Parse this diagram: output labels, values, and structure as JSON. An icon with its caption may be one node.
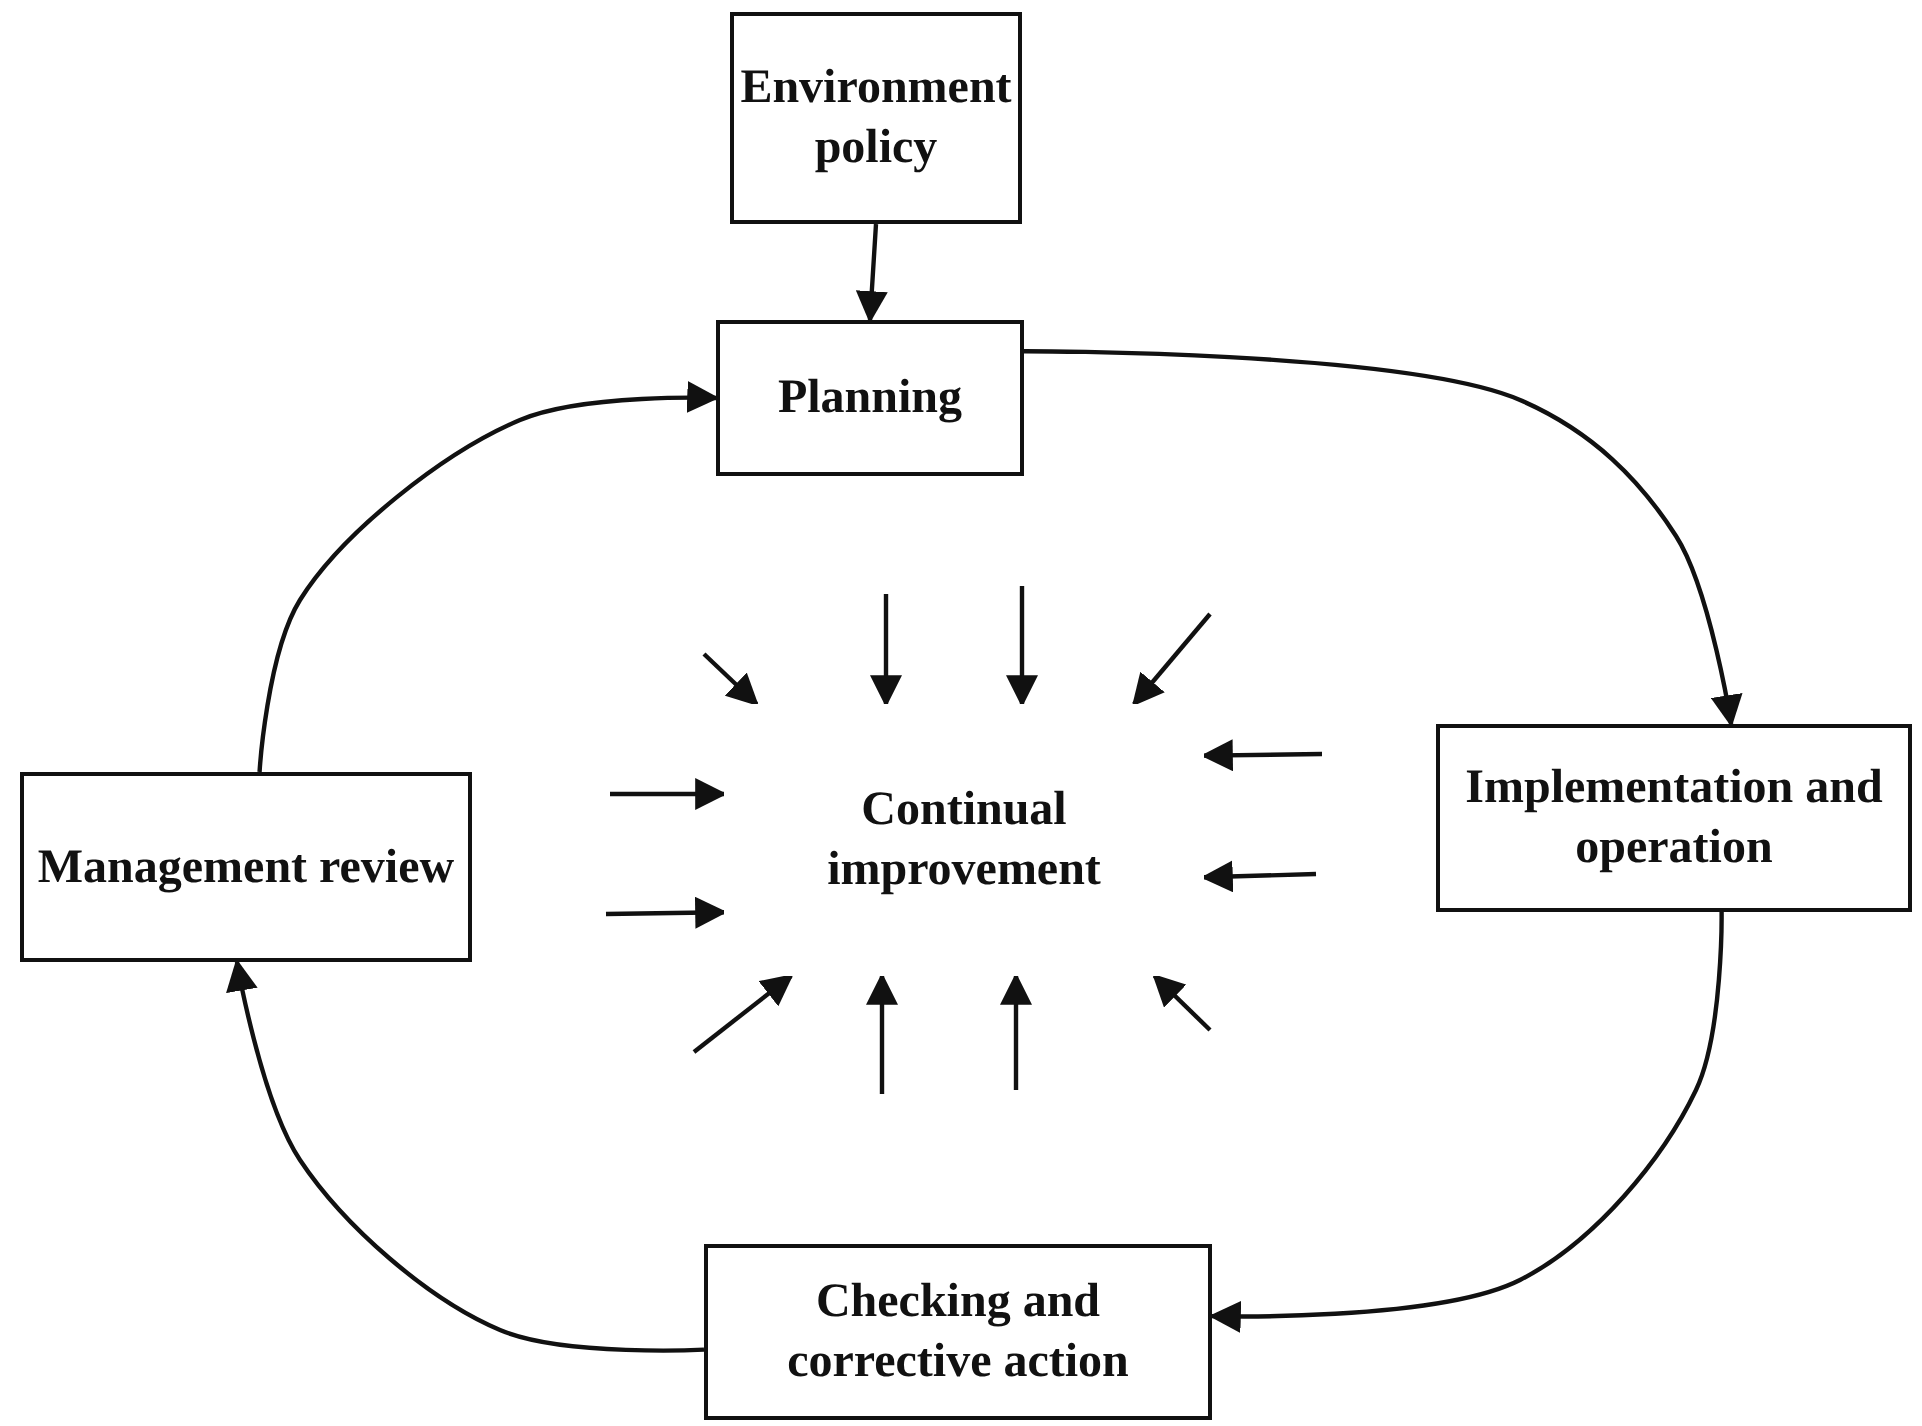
{
  "diagram": {
    "nodes": [
      {
        "text": [
          "Environment policy"
        ]
      },
      {
        "text": [
          "Planning"
        ]
      },
      {
        "text": [
          "Implementation and operation"
        ]
      },
      {
        "text": [
          "Checking and corrective action"
        ]
      },
      {
        "text": [
          "Management review"
        ]
      },
      {
        "text": [
          "Continual improvement"
        ]
      }
    ],
    "edges": [
      {
        "from": 0,
        "to": 1,
        "arrow": "to"
      },
      {
        "from": 1,
        "to": 2,
        "arrow": "to"
      },
      {
        "from": 2,
        "to": 3,
        "arrow": "to"
      },
      {
        "from": 3,
        "to": 4,
        "arrow": "to"
      },
      {
        "from": 4,
        "to": 1,
        "arrow": "to"
      },
      {
        "from": null,
        "to": 5,
        "arrow": "to"
      },
      {
        "from": null,
        "to": 5,
        "arrow": "to"
      },
      {
        "from": null,
        "to": 5,
        "arrow": "to"
      },
      {
        "from": null,
        "to": 5,
        "arrow": "to"
      },
      {
        "from": null,
        "to": 5,
        "arrow": "to"
      },
      {
        "from": null,
        "to": 5,
        "arrow": "to"
      },
      {
        "from": null,
        "to": 5,
        "arrow": "to"
      },
      {
        "from": null,
        "to": 5,
        "arrow": "to"
      },
      {
        "from": null,
        "to": 5,
        "arrow": "to"
      },
      {
        "from": null,
        "to": 5,
        "arrow": "to"
      },
      {
        "from": null,
        "to": 5,
        "arrow": "to"
      },
      {
        "from": null,
        "to": 5,
        "arrow": "to"
      }
    ]
  }
}
